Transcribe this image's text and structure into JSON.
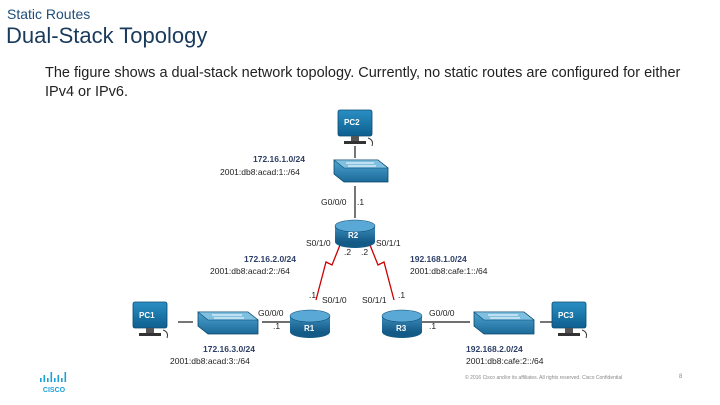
{
  "header": {
    "section": "Static Routes",
    "title": "Dual-Stack Topology"
  },
  "description": "The figure shows a dual-stack network topology. Currently, no static routes are configured for either IPv4 or IPv6.",
  "devices": {
    "pc1": "PC1",
    "pc2": "PC2",
    "pc3": "PC3",
    "r1": "R1",
    "r2": "R2",
    "r3": "R3"
  },
  "networks": {
    "top_v4": "172.16.1.0/24",
    "top_v6": "2001:db8:acad:1::/64",
    "left_link_v4": "172.16.2.0/24",
    "left_link_v6": "2001:db8:acad:2::/64",
    "right_link_v4": "192.168.1.0/24",
    "right_link_v6": "2001:db8:cafe:1::/64",
    "left_lan_v4": "172.16.3.0/24",
    "left_lan_v6": "2001:db8:acad:3::/64",
    "right_lan_v4": "192.168.2.0/24",
    "right_lan_v6": "2001:db8:cafe:2::/64"
  },
  "interfaces": {
    "r2_g000": "G0/0/0",
    "r2_g000_addr": ".1",
    "r2_s010": "S0/1/0",
    "r2_s010_addr": ".2",
    "r2_s011": "S0/1/1",
    "r2_s011_addr": ".2",
    "r1_s010": "S0/1/0",
    "r1_s010_addr": ".1",
    "r1_g000": "G0/0/0",
    "r1_g000_addr": ".1",
    "r3_s011": "S0/1/1",
    "r3_s011_addr": ".1",
    "r3_g000": "G0/0/0",
    "r3_g000_addr": ".1"
  },
  "footer": {
    "copyright": "© 2016 Cisco and/or its affiliates. All rights reserved.   Cisco Confidential",
    "page": "8"
  },
  "brand": {
    "logo_text": "CISCO",
    "accent": "#1ba0d7",
    "link_color": "#cc0000",
    "router_color": "#1f6f9e"
  }
}
